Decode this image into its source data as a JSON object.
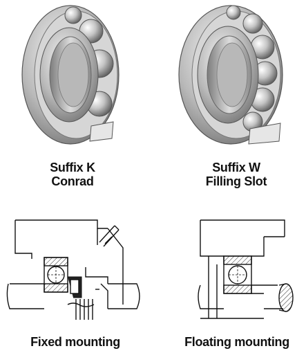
{
  "panels": [
    {
      "id": "suffix-k",
      "line1": "Suffix K",
      "line2": "Conrad"
    },
    {
      "id": "suffix-w",
      "line1": "Suffix W",
      "line2": "Filling Slot"
    },
    {
      "id": "fixed",
      "line1": "Fixed mounting"
    },
    {
      "id": "floating",
      "line1": "Floating mounting"
    }
  ]
}
